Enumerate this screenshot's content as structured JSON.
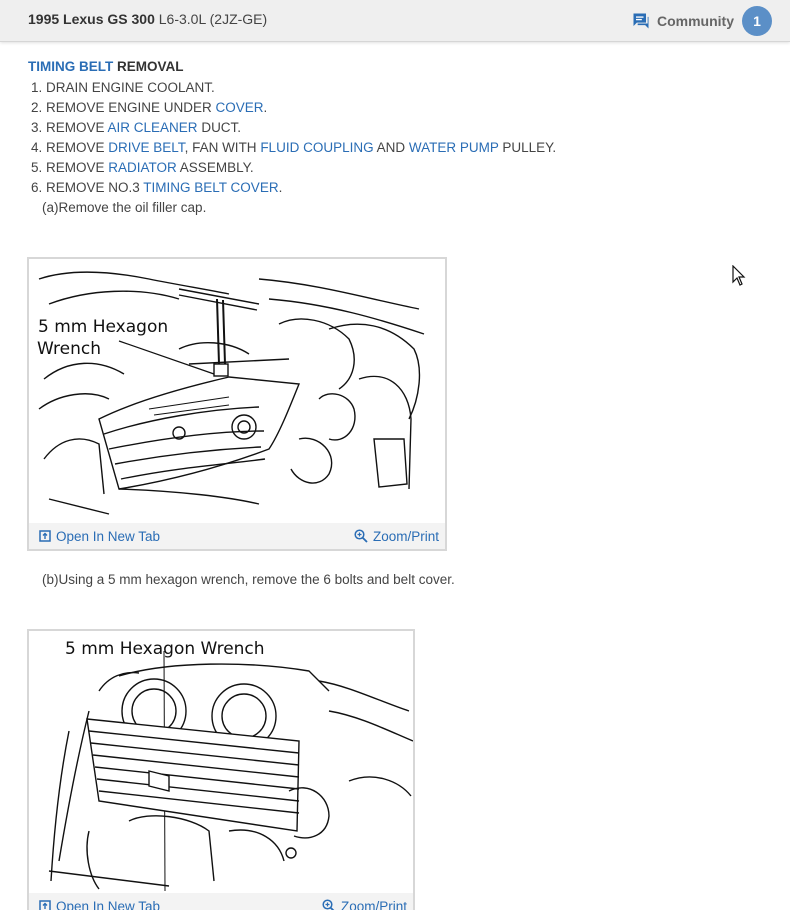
{
  "header": {
    "vehicle_bold": "1995 Lexus GS 300",
    "vehicle_engine": "L6-3.0L (2JZ-GE)",
    "community_label": "Community",
    "community_count": "1"
  },
  "section": {
    "title_link": "TIMING BELT",
    "title_rest": "REMOVAL"
  },
  "steps": {
    "s1": "1. DRAIN ENGINE COOLANT.",
    "s2_a": "2. REMOVE ENGINE UNDER ",
    "s2_link": "COVER",
    "s2_b": ".",
    "s3_a": "3. REMOVE ",
    "s3_link": "AIR CLEANER",
    "s3_b": " DUCT.",
    "s4_a": "4. REMOVE ",
    "s4_link1": "DRIVE BELT",
    "s4_b": ", FAN WITH ",
    "s4_link2": "FLUID COUPLING",
    "s4_c": " AND ",
    "s4_link3": "WATER PUMP",
    "s4_d": " PULLEY.",
    "s5_a": "5. REMOVE ",
    "s5_link": "RADIATOR",
    "s5_b": " ASSEMBLY.",
    "s6_a": "6. REMOVE NO.3 ",
    "s6_link": "TIMING BELT COVER",
    "s6_b": "."
  },
  "notes": {
    "a": "(a)Remove the oil filler cap.",
    "b": "(b)Using a 5 mm hexagon wrench, remove the 6 bolts and belt cover."
  },
  "figure1": {
    "label_line1": "5 mm Hexagon",
    "label_line2": "Wrench",
    "open_label": "Open In New Tab",
    "zoom_label": "Zoom/Print"
  },
  "figure2": {
    "label": "5 mm Hexagon Wrench",
    "open_label": "Open In New Tab",
    "zoom_label": "Zoom/Print"
  },
  "colors": {
    "link": "#2a6db5",
    "badge": "#5b8fc7",
    "header_bg": "#efefef"
  }
}
